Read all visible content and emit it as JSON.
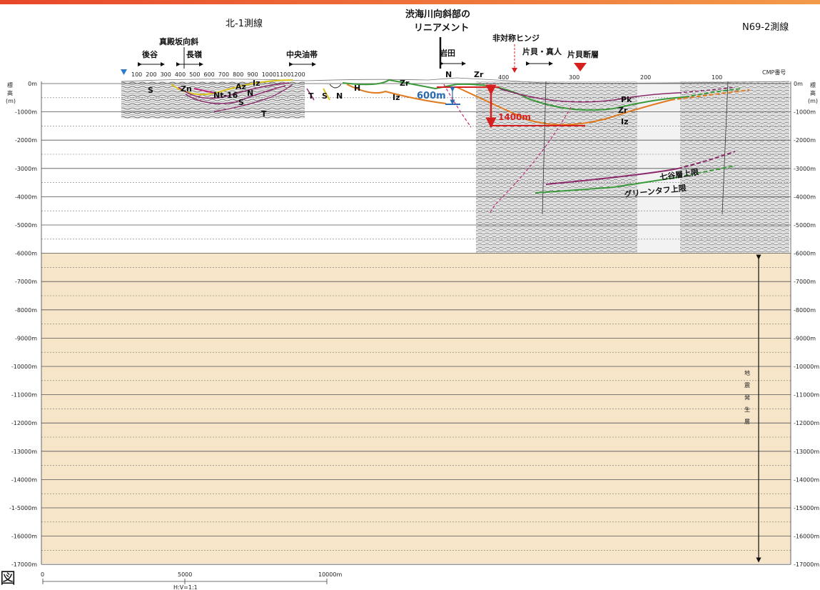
{
  "titles": {
    "left_line": "北-1測線",
    "right_line": "N69-2測線",
    "center_top1": "渋海川向斜部の",
    "center_top2": "リニアメント"
  },
  "left_cmp_ticks": [
    "100",
    "200",
    "300",
    "400",
    "500",
    "600",
    "700",
    "800",
    "900",
    "1000",
    "1100",
    "1200"
  ],
  "right_cmp_ticks": [
    "400",
    "300",
    "200",
    "100"
  ],
  "cmp_label": "CMP番号",
  "structures": {
    "shinden": "真殿坂向斜",
    "ushirodani": "後谷",
    "nagamine": "長嶺",
    "chuo": "中央油帯",
    "iwata": "岩田",
    "hitaisho": "非対称ヒンジ",
    "katakai_mahito": "片貝・真人",
    "katakai_fault": "片貝断層"
  },
  "formations": {
    "S": "S",
    "Zn": "Zn",
    "Nt16": "Nt-16",
    "Az": "Az",
    "Iz": "Iz",
    "N": "N",
    "T": "T",
    "H": "H",
    "Zr": "Zr",
    "Pk": "Pk"
  },
  "measurements": {
    "m600": "600m",
    "m1400": "1400m",
    "nanatani": "七谷層上限",
    "greentuff": "グリーンタフ上限",
    "seismo": [
      "地",
      "震",
      "発",
      "生",
      "層"
    ]
  },
  "left_axis_title": [
    "標",
    "高",
    "(m)"
  ],
  "right_axis_title": [
    "標",
    "高",
    "(m)"
  ],
  "depth_labels_left": [
    "0m",
    "-1000m",
    "-2000m",
    "-3000m",
    "-4000m",
    "-5000m",
    "-6000m",
    "-7000m",
    "-8000m",
    "-9000m",
    "-10000m",
    "-11000m",
    "-12000m",
    "-13000m",
    "-14000m",
    "-1-5000m",
    "-16000m",
    "-17000m"
  ],
  "depth_labels_right": [
    "0m",
    "-1000m",
    "-2000m",
    "-3000m",
    "-4000m",
    "-5000m",
    "-6000m",
    "-7000m",
    "-8000m",
    "-9000m",
    "-10000m",
    "-11000m",
    "-12000m",
    "-13000m",
    "-14000m",
    "-15000m",
    "-16000m",
    "-17000m"
  ],
  "scale": {
    "zero": "0",
    "mid": "5000",
    "end": "10000m",
    "ratio": "H:V=1:1"
  },
  "edge_char": "図",
  "colors": {
    "seismogenic_fill": "#f7e5c9",
    "green": "#3a9a3a",
    "orange": "#e07a1f",
    "red": "#d62020",
    "purple": "#8a2a6a",
    "blue": "#2a6ab0",
    "yellow": "#d8c21a",
    "magenta": "#c2287a"
  }
}
